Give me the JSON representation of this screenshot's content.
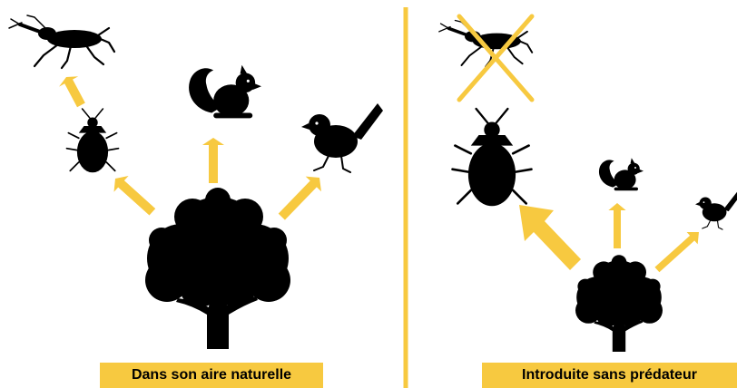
{
  "colors": {
    "accent": "#f7c940",
    "silhouette": "#000000",
    "background": "#ffffff"
  },
  "panels": [
    {
      "caption": "Dans son aire naturelle",
      "scenario": "native range"
    },
    {
      "caption": "Introduite sans prédateur",
      "scenario": "introduced without predator"
    }
  ],
  "icons": [
    "tree-icon",
    "stink-bug-icon",
    "assassin-bug-icon",
    "squirrel-icon",
    "bird-icon",
    "cross-icon",
    "arrow-icon"
  ]
}
